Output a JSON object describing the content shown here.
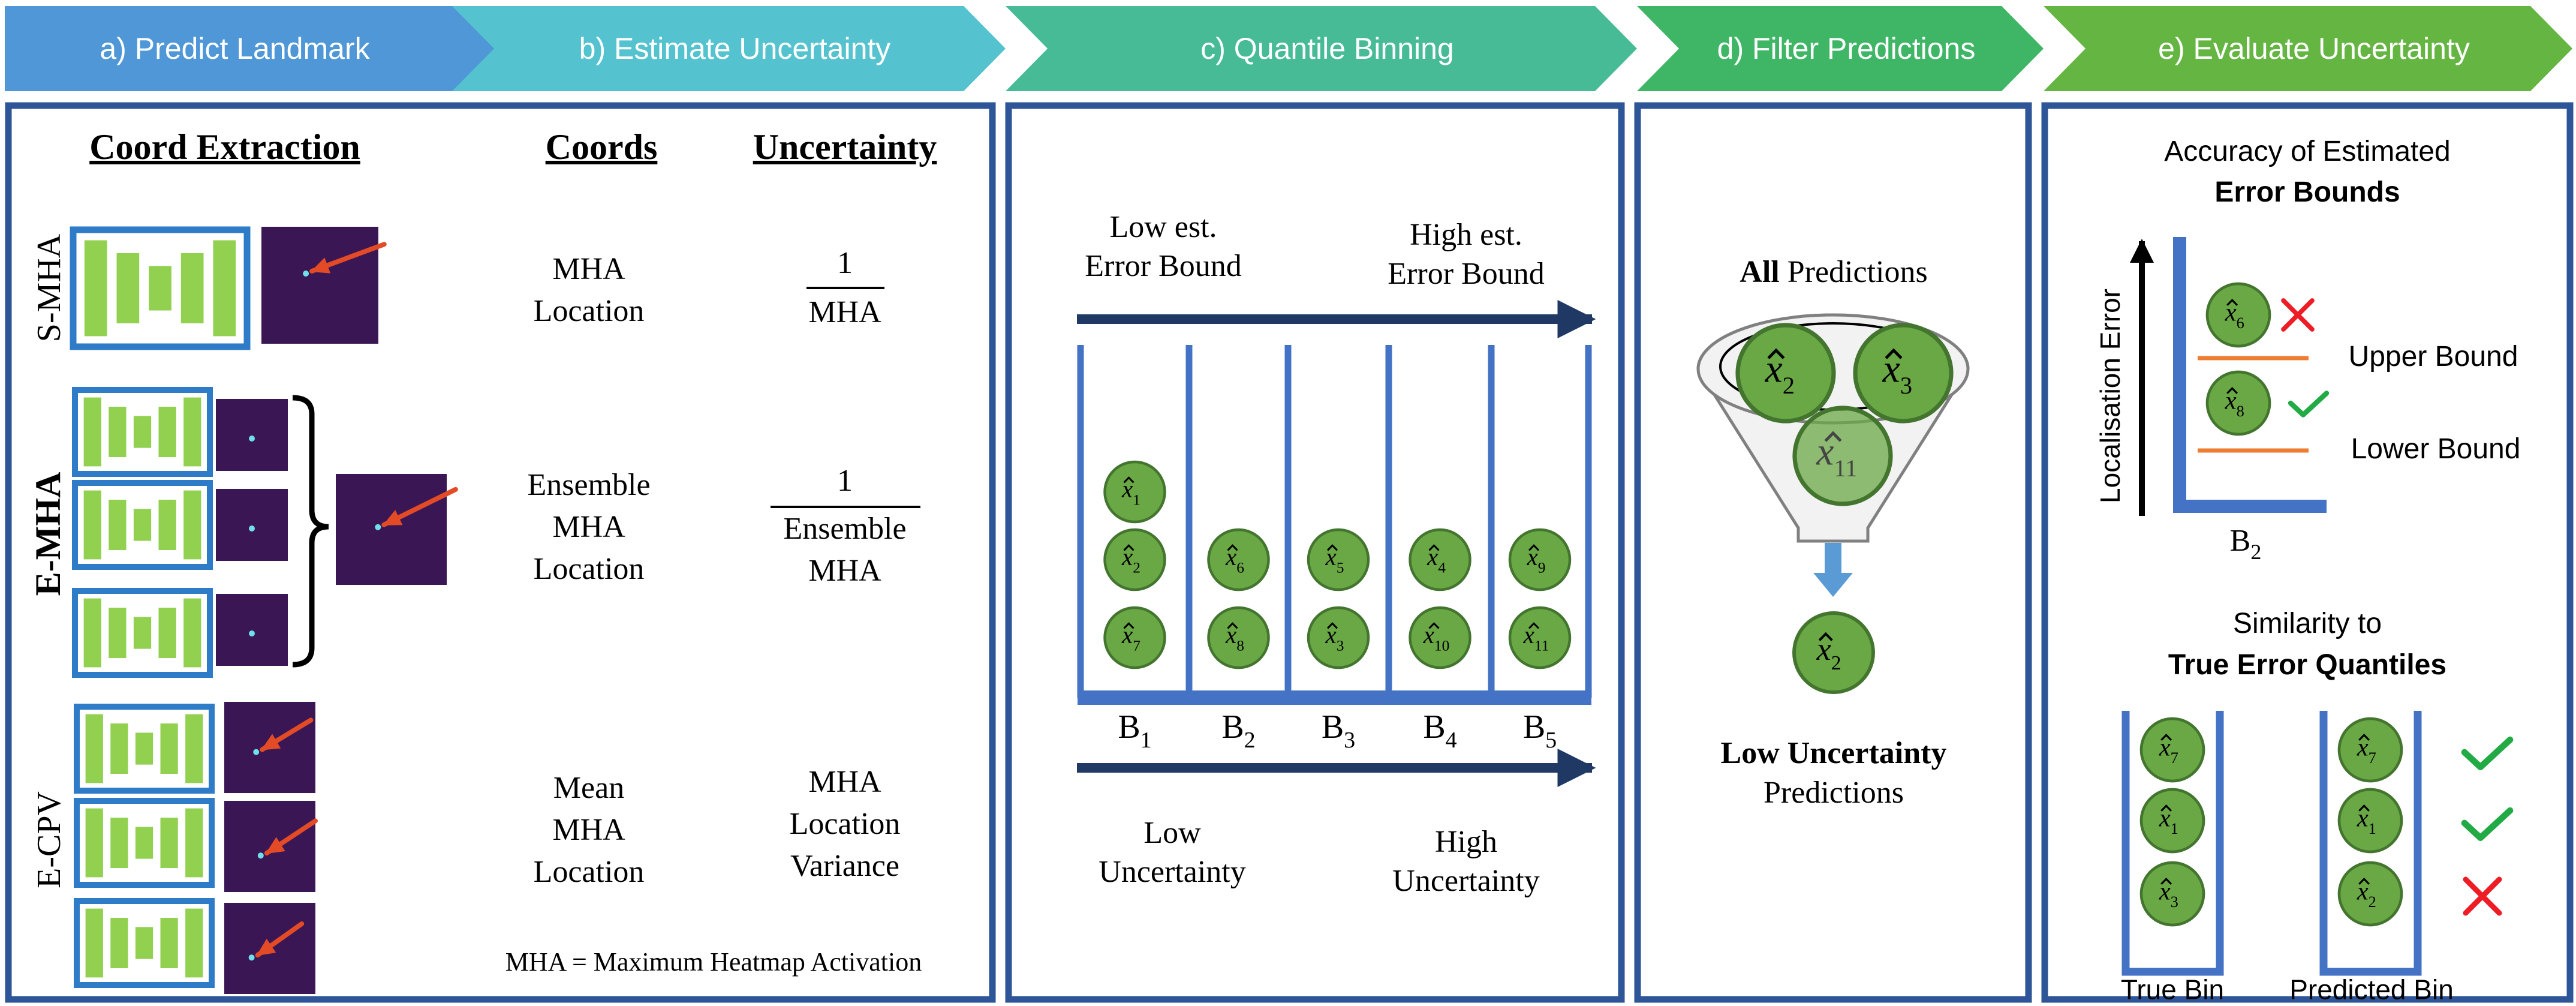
{
  "steps": [
    {
      "label": "a) Predict Landmark",
      "color": "#4f97d6"
    },
    {
      "label": "b) Estimate Uncertainty",
      "color": "#55c3cf"
    },
    {
      "label": "c) Quantile Binning",
      "color": "#46bb96"
    },
    {
      "label": "d) Filter Predictions",
      "color": "#3fb666"
    },
    {
      "label": "e) Evaluate Uncertainty",
      "color": "#65b543"
    }
  ],
  "colors": {
    "panel_border": "#2d5597",
    "network_frame": "#2e7bc7",
    "network_bars": "#92d050",
    "heatmap": "#3a1655",
    "arrow_red": "#e24b26",
    "node_fill": "#6aa845",
    "node_stroke": "#43752f",
    "bin_blue": "#4472c4",
    "bound_orange": "#ed7d31",
    "check_green": "#22aa44",
    "cross_red": "#ee1c24"
  },
  "panel_a": {
    "headers": {
      "extraction": "Coord Extraction",
      "coords": "Coords",
      "uncertainty": "Uncertainty"
    },
    "methods": [
      {
        "name": "S-MHA",
        "coords": [
          "MHA",
          "Location"
        ],
        "unc_num": "1",
        "unc_den": [
          "MHA"
        ]
      },
      {
        "name": "E-MHA",
        "coords": [
          "Ensemble",
          "MHA",
          "Location"
        ],
        "unc_num": "1",
        "unc_den": [
          "Ensemble",
          "MHA"
        ]
      },
      {
        "name": "E-CPV",
        "coords": [
          "Mean",
          "MHA",
          "Location"
        ],
        "unc_lines": [
          "MHA",
          "Location",
          "Variance"
        ]
      }
    ],
    "footnote": "MHA = Maximum Heatmap Activation"
  },
  "panel_c": {
    "top_left_label": [
      "Low est.",
      "Error Bound"
    ],
    "top_right_label": [
      "High est.",
      "Error Bound"
    ],
    "bins": [
      {
        "label": "B",
        "sub": "1",
        "items": [
          "1",
          "2",
          "7"
        ]
      },
      {
        "label": "B",
        "sub": "2",
        "items": [
          "6",
          "8"
        ]
      },
      {
        "label": "B",
        "sub": "3",
        "items": [
          "5",
          "3"
        ]
      },
      {
        "label": "B",
        "sub": "4",
        "items": [
          "4",
          "10"
        ]
      },
      {
        "label": "B",
        "sub": "5",
        "items": [
          "9",
          "11"
        ]
      }
    ],
    "bottom_left_label": [
      "Low",
      "Uncertainty"
    ],
    "bottom_right_label": [
      "High",
      "Uncertainty"
    ]
  },
  "panel_d": {
    "title_bold": "All",
    "title_rest": " Predictions",
    "funnel_items": [
      "2",
      "3",
      "11"
    ],
    "output_item": "2",
    "result_bold": "Low Uncertainty",
    "result_rest": "Predictions"
  },
  "panel_e": {
    "acc_title": "Accuracy of Estimated",
    "acc_title_bold": "Error Bounds",
    "y_axis_label": "Localisation Error",
    "acc_items": [
      {
        "sub": "6",
        "mark": "cross"
      },
      {
        "sub": "8",
        "mark": "check"
      }
    ],
    "upper_bound": "Upper Bound",
    "lower_bound": "Lower Bound",
    "bin_label": "B",
    "bin_sub": "2",
    "sim_title": "Similarity to",
    "sim_title_bold": "True Error Quantiles",
    "true_bin": {
      "label": "True Bin",
      "items": [
        "7",
        "1",
        "3"
      ]
    },
    "pred_bin": {
      "label": "Predicted Bin",
      "items": [
        "7",
        "1",
        "2"
      ],
      "marks": [
        "check",
        "check",
        "cross"
      ]
    }
  }
}
